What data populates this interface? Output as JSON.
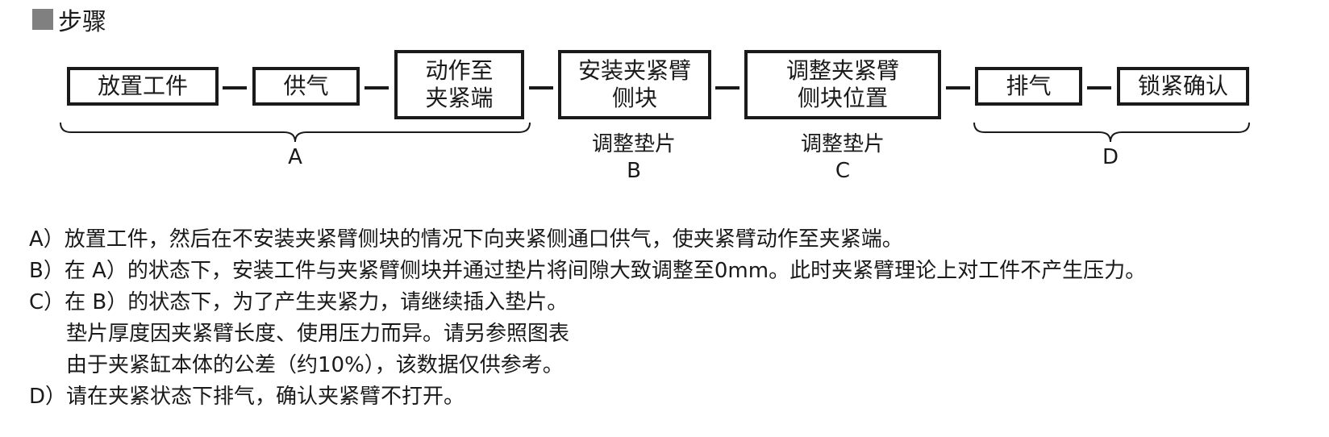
{
  "section_title": "步骤",
  "steps": [
    {
      "label": "放置工件"
    },
    {
      "label": "供气"
    },
    {
      "label": "动作至\n夹紧端"
    },
    {
      "label": "安装夹紧臂\n侧块"
    },
    {
      "label": "调整夹紧臂\n侧块位置"
    },
    {
      "label": "排气"
    },
    {
      "label": "锁紧确认"
    }
  ],
  "groups": {
    "a": {
      "letter": "A"
    },
    "b": {
      "note": "调整垫片",
      "letter": "B"
    },
    "c": {
      "note": "调整垫片",
      "letter": "C"
    },
    "d": {
      "letter": "D"
    }
  },
  "notes": [
    "A）放置工件，然后在不安装夹紧臂侧块的情况下向夹紧侧通口供气，使夹紧臂动作至夹紧端。",
    "B）在 A）的状态下，安装工件与夹紧臂侧块并通过垫片将间隙大致调整至0mm。此时夹紧臂理论上对工件不产生压力。",
    "C）在 B）的状态下，为了产生夹紧力，请继续插入垫片。",
    "垫片厚度因夹紧臂长度、使用压力而异。请另参照图表",
    "由于夹紧缸本体的公差（约10%），该数据仅供参考。",
    "D）请在夹紧状态下排气，确认夹紧臂不打开。"
  ],
  "colors": {
    "ink": "#1a1a1a",
    "title_square": "#808080"
  }
}
